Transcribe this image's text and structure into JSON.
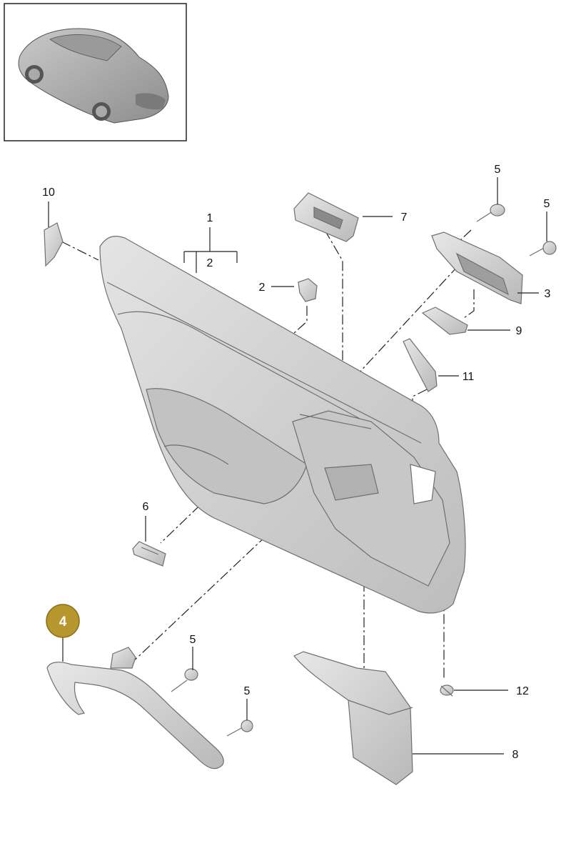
{
  "diagram": {
    "highlight_color": "#b8962e",
    "part_color": "#d2d2d2",
    "callouts": [
      {
        "id": "c1",
        "label": "1"
      },
      {
        "id": "c2a",
        "label": "2"
      },
      {
        "id": "c2b",
        "label": "2"
      },
      {
        "id": "c3",
        "label": "3"
      },
      {
        "id": "c4",
        "label": "4",
        "highlighted": true
      },
      {
        "id": "c5a",
        "label": "5"
      },
      {
        "id": "c5b",
        "label": "5"
      },
      {
        "id": "c5c",
        "label": "5"
      },
      {
        "id": "c5d",
        "label": "5"
      },
      {
        "id": "c6",
        "label": "6"
      },
      {
        "id": "c7",
        "label": "7"
      },
      {
        "id": "c8",
        "label": "8"
      },
      {
        "id": "c9",
        "label": "9"
      },
      {
        "id": "c10",
        "label": "10"
      },
      {
        "id": "c11",
        "label": "11"
      },
      {
        "id": "c12",
        "label": "12"
      }
    ]
  }
}
